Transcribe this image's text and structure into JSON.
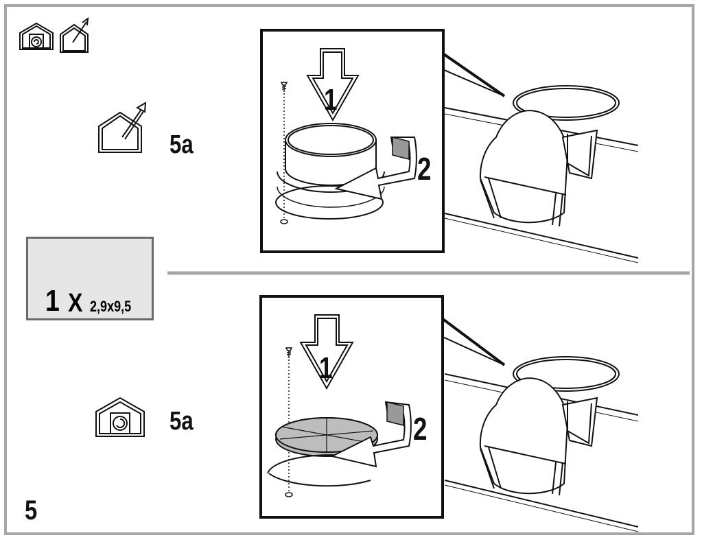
{
  "steps": {
    "top_label": "5a",
    "bottom_label": "5a",
    "main_step": "5"
  },
  "callouts": {
    "top_push": "1",
    "top_rotate": "2",
    "bottom_push": "1",
    "bottom_rotate": "2"
  },
  "screw_box": {
    "quantity": "1",
    "times": "X",
    "size": "2,9x9,5"
  },
  "icons": [
    "ducted-hood-icon",
    "recirculation-hood-icon",
    "screw-icon",
    "push-arrow-icon",
    "rotate-arrow-icon"
  ],
  "colors": {
    "frame": "#a6a6a6",
    "box_fill": "#e6e6e6",
    "filter_fill": "#bdbdbd",
    "tab_fill": "#999999"
  }
}
